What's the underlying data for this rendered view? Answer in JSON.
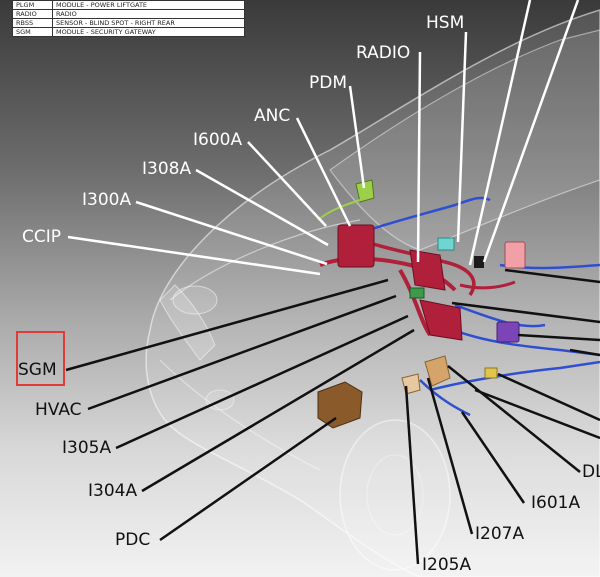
{
  "legend": [
    {
      "code": "PLGM",
      "desc": "MODULE - POWER LIFTGATE"
    },
    {
      "code": "RADIO",
      "desc": "RADIO"
    },
    {
      "code": "RBSS",
      "desc": "SENSOR - BLIND SPOT - RIGHT REAR"
    },
    {
      "code": "SGM",
      "desc": "MODULE - SECURITY GATEWAY"
    }
  ],
  "labels": {
    "hsm": "HSM",
    "radio": "RADIO",
    "pdm": "PDM",
    "anc": "ANC",
    "i600a": "I600A",
    "i308a": "I308A",
    "i300a": "I300A",
    "ccip": "CCIP",
    "sgm": "SGM",
    "hvac": "HVAC",
    "i305a": "I305A",
    "i304a": "I304A",
    "pdc": "PDC",
    "i205a": "I205A",
    "i207a": "I207A",
    "i601a": "I601A",
    "dl": "DL"
  },
  "colors": {
    "highlight": "#e03b3b",
    "harness": "#b0203a",
    "wire": "#2f4fd0",
    "callout_light": "#ffffff",
    "callout_dark": "#111111"
  }
}
